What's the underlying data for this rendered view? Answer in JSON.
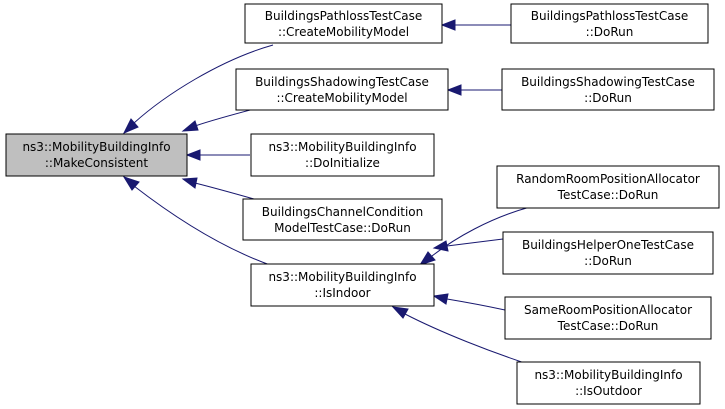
{
  "colors": {
    "edge": "#191970",
    "root_fill": "#bfbfbf",
    "node_fill": "#ffffff",
    "node_border": "#000000"
  },
  "nodes": {
    "make_consistent": {
      "line1": "ns3::MobilityBuildingInfo",
      "line2": "::MakeConsistent"
    },
    "pathloss_create": {
      "line1": "BuildingsPathlossTestCase",
      "line2": "::CreateMobilityModel"
    },
    "shadowing_create": {
      "line1": "BuildingsShadowingTestCase",
      "line2": "::CreateMobilityModel"
    },
    "do_initialize": {
      "line1": "ns3::MobilityBuildingInfo",
      "line2": "::DoInitialize"
    },
    "channel_condition": {
      "line1": "BuildingsChannelCondition",
      "line2": "ModelTestCase::DoRun"
    },
    "is_indoor": {
      "line1": "ns3::MobilityBuildingInfo",
      "line2": "::IsIndoor"
    },
    "pathloss_dorun": {
      "line1": "BuildingsPathlossTestCase",
      "line2": "::DoRun"
    },
    "shadowing_dorun": {
      "line1": "BuildingsShadowingTestCase",
      "line2": "::DoRun"
    },
    "random_room": {
      "line1": "RandomRoomPositionAllocator",
      "line2": "TestCase::DoRun"
    },
    "helper_one": {
      "line1": "BuildingsHelperOneTestCase",
      "line2": "::DoRun"
    },
    "same_room": {
      "line1": "SameRoomPositionAllocator",
      "line2": "TestCase::DoRun"
    },
    "is_outdoor": {
      "line1": "ns3::MobilityBuildingInfo",
      "line2": "::IsOutdoor"
    }
  }
}
